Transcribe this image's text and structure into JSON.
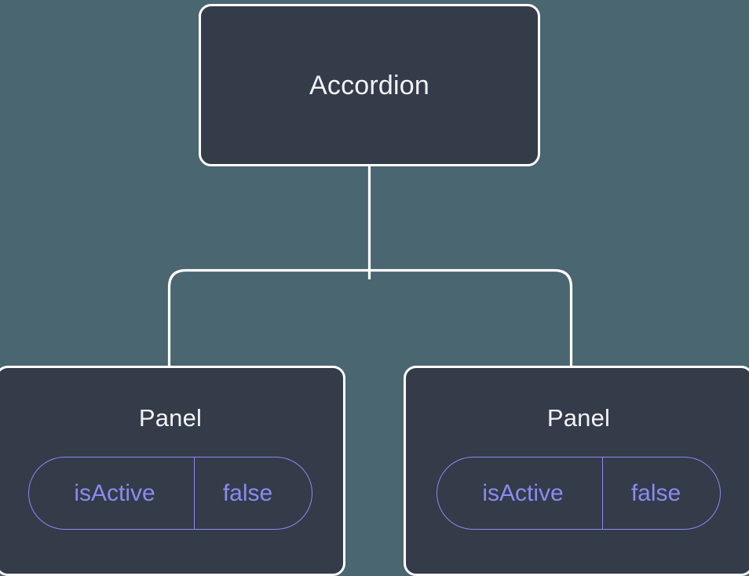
{
  "diagram": {
    "type": "component-tree",
    "background_color": "#4a6670",
    "node_fill_color": "#343b49",
    "node_border_color": "#ffffff",
    "edge_color": "#ffffff",
    "title_color": "#f2f3f7",
    "prop_color": "#8a8bf0",
    "root": {
      "label": "Accordion"
    },
    "children": [
      {
        "label": "Panel",
        "props": [
          {
            "key": "isActive",
            "value": "false"
          }
        ]
      },
      {
        "label": "Panel",
        "props": [
          {
            "key": "isActive",
            "value": "false"
          }
        ]
      }
    ]
  }
}
